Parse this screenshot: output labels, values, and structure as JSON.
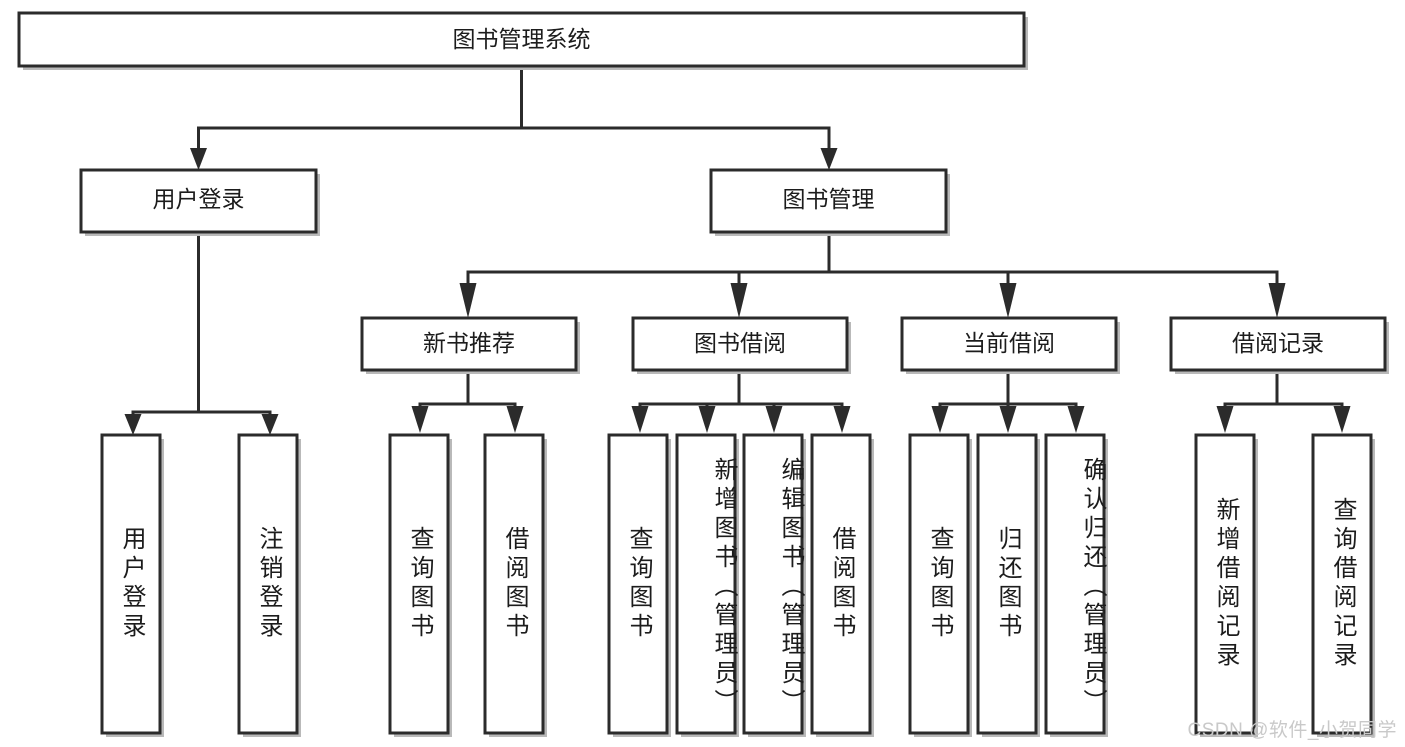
{
  "diagram": {
    "title": "图书管理系统",
    "type": "hierarchy-tree",
    "root": {
      "id": "root",
      "label": "图书管理系统",
      "orientation": "horizontal"
    },
    "level2": [
      {
        "id": "user-login",
        "label": "用户登录",
        "orientation": "horizontal"
      },
      {
        "id": "book-management",
        "label": "图书管理",
        "orientation": "horizontal"
      }
    ],
    "level3": [
      {
        "id": "new-book-recommend",
        "label": "新书推荐",
        "orientation": "horizontal",
        "parent": "book-management"
      },
      {
        "id": "book-borrow",
        "label": "图书借阅",
        "orientation": "horizontal",
        "parent": "book-management"
      },
      {
        "id": "current-borrow",
        "label": "当前借阅",
        "orientation": "horizontal",
        "parent": "book-management"
      },
      {
        "id": "borrow-records",
        "label": "借阅记录",
        "orientation": "horizontal",
        "parent": "book-management"
      }
    ],
    "leaves": [
      {
        "id": "leaf-user-login",
        "label": "用户登录",
        "parent": "user-login",
        "orientation": "vertical",
        "align": "center"
      },
      {
        "id": "leaf-logout-login",
        "label": "注销登录",
        "parent": "user-login",
        "orientation": "vertical",
        "align": "center"
      },
      {
        "id": "leaf-query-book-1",
        "label": "查询图书",
        "parent": "new-book-recommend",
        "orientation": "vertical",
        "align": "center"
      },
      {
        "id": "leaf-borrow-book-1",
        "label": "借阅图书",
        "parent": "new-book-recommend",
        "orientation": "vertical",
        "align": "center"
      },
      {
        "id": "leaf-query-book-2",
        "label": "查询图书",
        "parent": "book-borrow",
        "orientation": "vertical",
        "align": "center"
      },
      {
        "id": "leaf-add-book",
        "label": "新增图书（管理员）",
        "parent": "book-borrow",
        "orientation": "vertical",
        "align": "top"
      },
      {
        "id": "leaf-edit-book",
        "label": "编辑图书（管理员）",
        "parent": "book-borrow",
        "orientation": "vertical",
        "align": "top"
      },
      {
        "id": "leaf-borrow-book-2",
        "label": "借阅图书",
        "parent": "book-borrow",
        "orientation": "vertical",
        "align": "center"
      },
      {
        "id": "leaf-query-book-3",
        "label": "查询图书",
        "parent": "current-borrow",
        "orientation": "vertical",
        "align": "center"
      },
      {
        "id": "leaf-return-book",
        "label": "归还图书",
        "parent": "current-borrow",
        "orientation": "vertical",
        "align": "center"
      },
      {
        "id": "leaf-confirm-return",
        "label": "确认归还（管理员）",
        "parent": "current-borrow",
        "orientation": "vertical",
        "align": "top"
      },
      {
        "id": "leaf-add-record",
        "label": "新增借阅记录",
        "parent": "borrow-records",
        "orientation": "vertical",
        "align": "center"
      },
      {
        "id": "leaf-query-record",
        "label": "查询借阅记录",
        "parent": "borrow-records",
        "orientation": "vertical",
        "align": "center"
      }
    ]
  },
  "watermark": {
    "text": "CSDN @软件_小贺同学"
  },
  "colors": {
    "stroke": "#2b2b2b",
    "fill": "#ffffff",
    "text": "#1c1c1c",
    "shadow": "#b9b9b9",
    "watermark": "#c9c9c9",
    "background": "#ffffff"
  }
}
